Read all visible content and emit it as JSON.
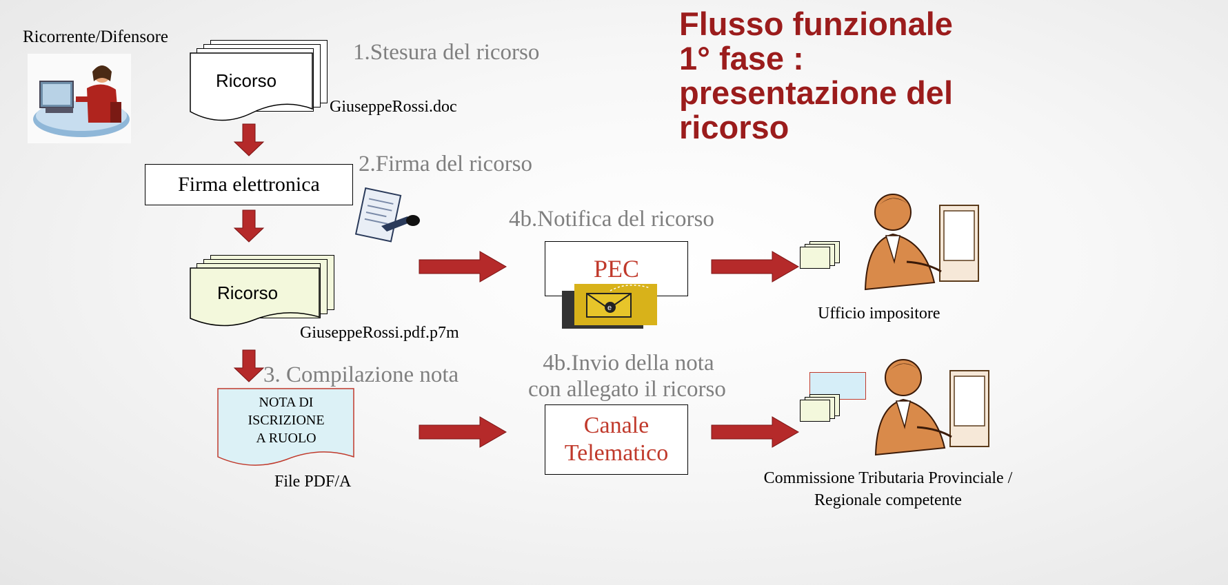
{
  "title": {
    "lines": [
      "Flusso funzionale",
      "1° fase :",
      "presentazione del",
      "ricorso"
    ]
  },
  "actors": {
    "ricorrente": "Ricorrente/Difensore",
    "ufficio": "Ufficio impositore",
    "commissione_line1": "Commissione Tributaria Provinciale /",
    "commissione_line2": "Regionale  competente"
  },
  "steps": {
    "s1": "1.Stesura del ricorso",
    "s2": "2.Firma del ricorso",
    "s3": "3. Compilazione nota",
    "s4a": "4b.Notifica del ricorso",
    "s4b_line1": "4b.Invio della nota",
    "s4b_line2": "con allegato il ricorso"
  },
  "documents": {
    "ricorso_word": "Ricorso",
    "file_doc": "GiuseppeRossi.doc",
    "firma_box": "Firma elettronica",
    "ricorso_signed": "Ricorso",
    "file_p7m": "GiuseppeRossi.pdf.p7m",
    "nota_line1": "NOTA DI",
    "nota_line2": "ISCRIZIONE",
    "nota_line3": "A RUOLO",
    "file_pdfa": "File PDF/A"
  },
  "channels": {
    "pec": "PEC",
    "canale_line1": "Canale",
    "canale_line2": "Telematico"
  },
  "icons": [
    "person-at-computer-icon",
    "signing-document-icon",
    "pec-envelope-icon",
    "office-worker-icon"
  ],
  "colors": {
    "title": "#9b1c1c",
    "arrow": "#b52a2a",
    "step_text": "#7f7f7f",
    "doc_fill": "#f3f8dc",
    "nota_fill": "#dcf1f6",
    "channel_text": "#c0392b"
  }
}
